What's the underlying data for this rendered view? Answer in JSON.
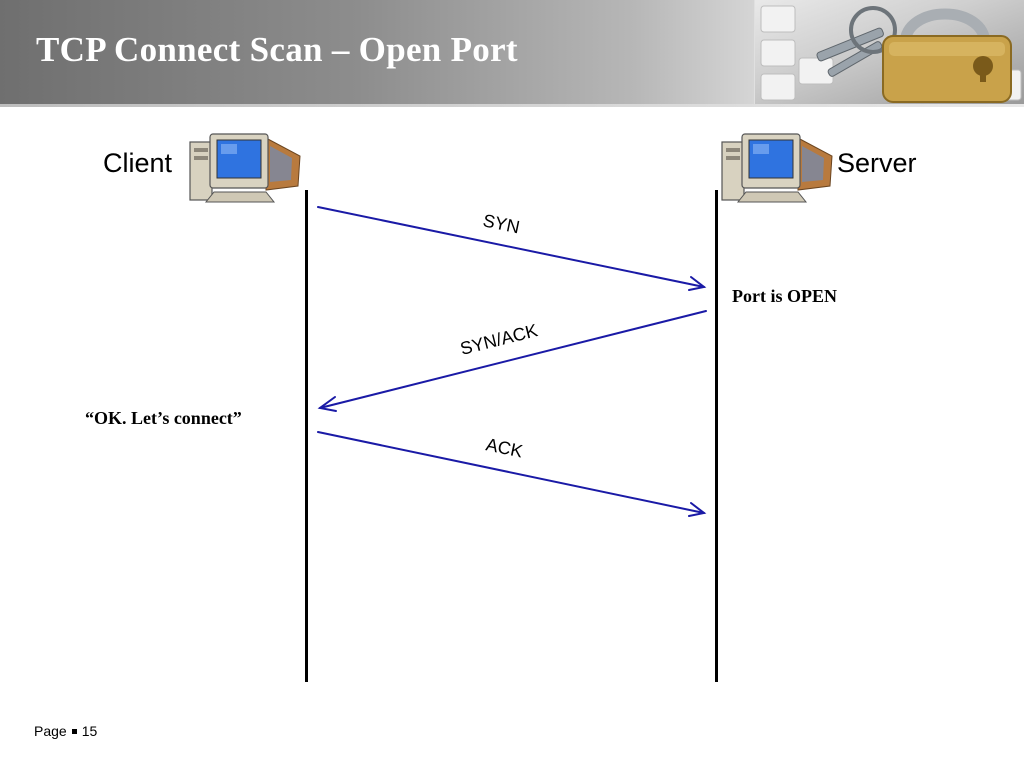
{
  "slide": {
    "title": "TCP Connect Scan – Open Port"
  },
  "nodes": {
    "client": {
      "label": "Client"
    },
    "server": {
      "label": "Server"
    }
  },
  "messages": [
    {
      "label": "SYN",
      "from": "client",
      "to": "server"
    },
    {
      "label": "SYN/ACK",
      "from": "server",
      "to": "client"
    },
    {
      "label": "ACK",
      "from": "client",
      "to": "server"
    }
  ],
  "notes": {
    "server_state": "Port is OPEN",
    "client_response": "“OK. Let’s connect”"
  },
  "footer": {
    "page_word": "Page",
    "page_number": "15"
  },
  "colors": {
    "arrow": "#1a1aa6",
    "lifeline": "#000000",
    "title": "#ffffff"
  },
  "icons": {
    "computer": "desktop-computer-icon",
    "header_image": "padlock-keyboard-image"
  }
}
